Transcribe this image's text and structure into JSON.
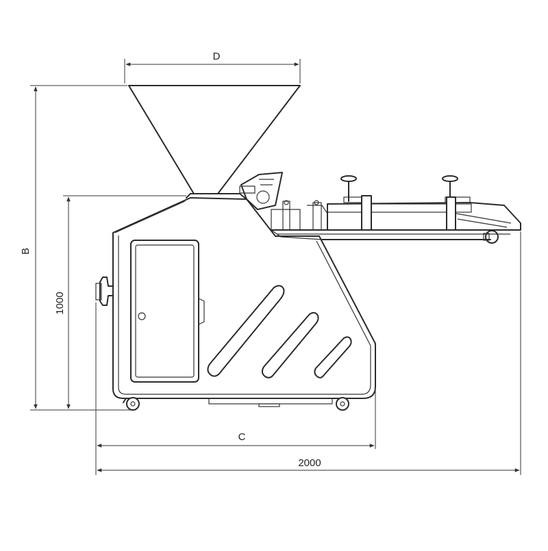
{
  "dimensions": {
    "d": {
      "label": "D"
    },
    "b": {
      "label": "B"
    },
    "height": {
      "label": "1000"
    },
    "c": {
      "label": "C"
    },
    "length": {
      "label": "2000"
    }
  },
  "colors": {
    "line": "#2a2a2a",
    "background": "#ffffff"
  }
}
